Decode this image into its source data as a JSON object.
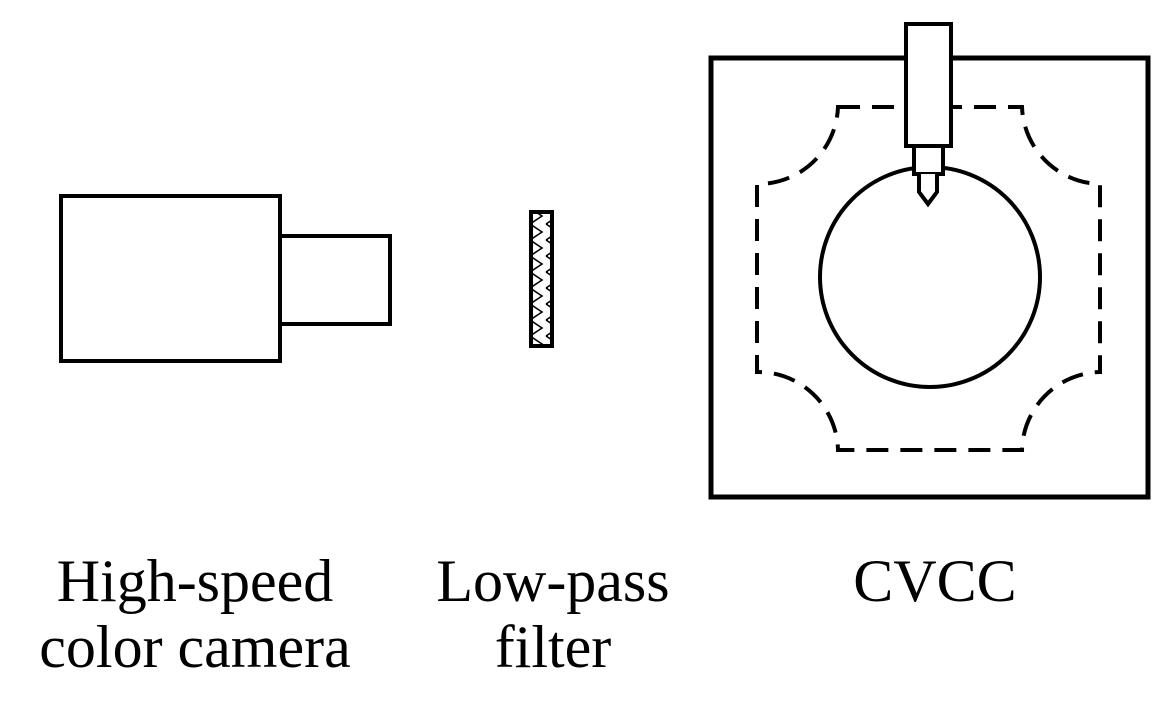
{
  "labels": {
    "camera": [
      "High-speed",
      "color camera"
    ],
    "filter": [
      "Low-pass",
      "filter"
    ],
    "cvcc": [
      "CVCC"
    ]
  },
  "colors": {
    "stroke": "#000000",
    "background": "#ffffff"
  }
}
